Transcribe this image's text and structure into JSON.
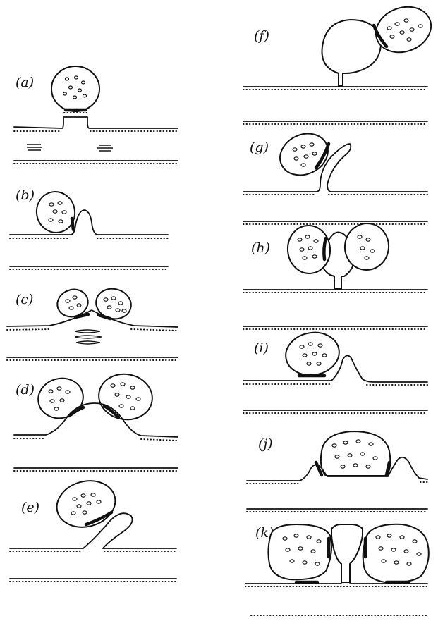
{
  "panels": [
    {
      "id": "a",
      "label": "(a)"
    },
    {
      "id": "b",
      "label": "(b)"
    },
    {
      "id": "c",
      "label": "(c)"
    },
    {
      "id": "d",
      "label": "(d)"
    },
    {
      "id": "e",
      "label": "(e)"
    },
    {
      "id": "f",
      "label": "(f)"
    },
    {
      "id": "g",
      "label": "(g)"
    },
    {
      "id": "h",
      "label": "(h)"
    },
    {
      "id": "i",
      "label": "(i)"
    },
    {
      "id": "j",
      "label": "(j)"
    },
    {
      "id": "k",
      "label": "(k)"
    }
  ]
}
